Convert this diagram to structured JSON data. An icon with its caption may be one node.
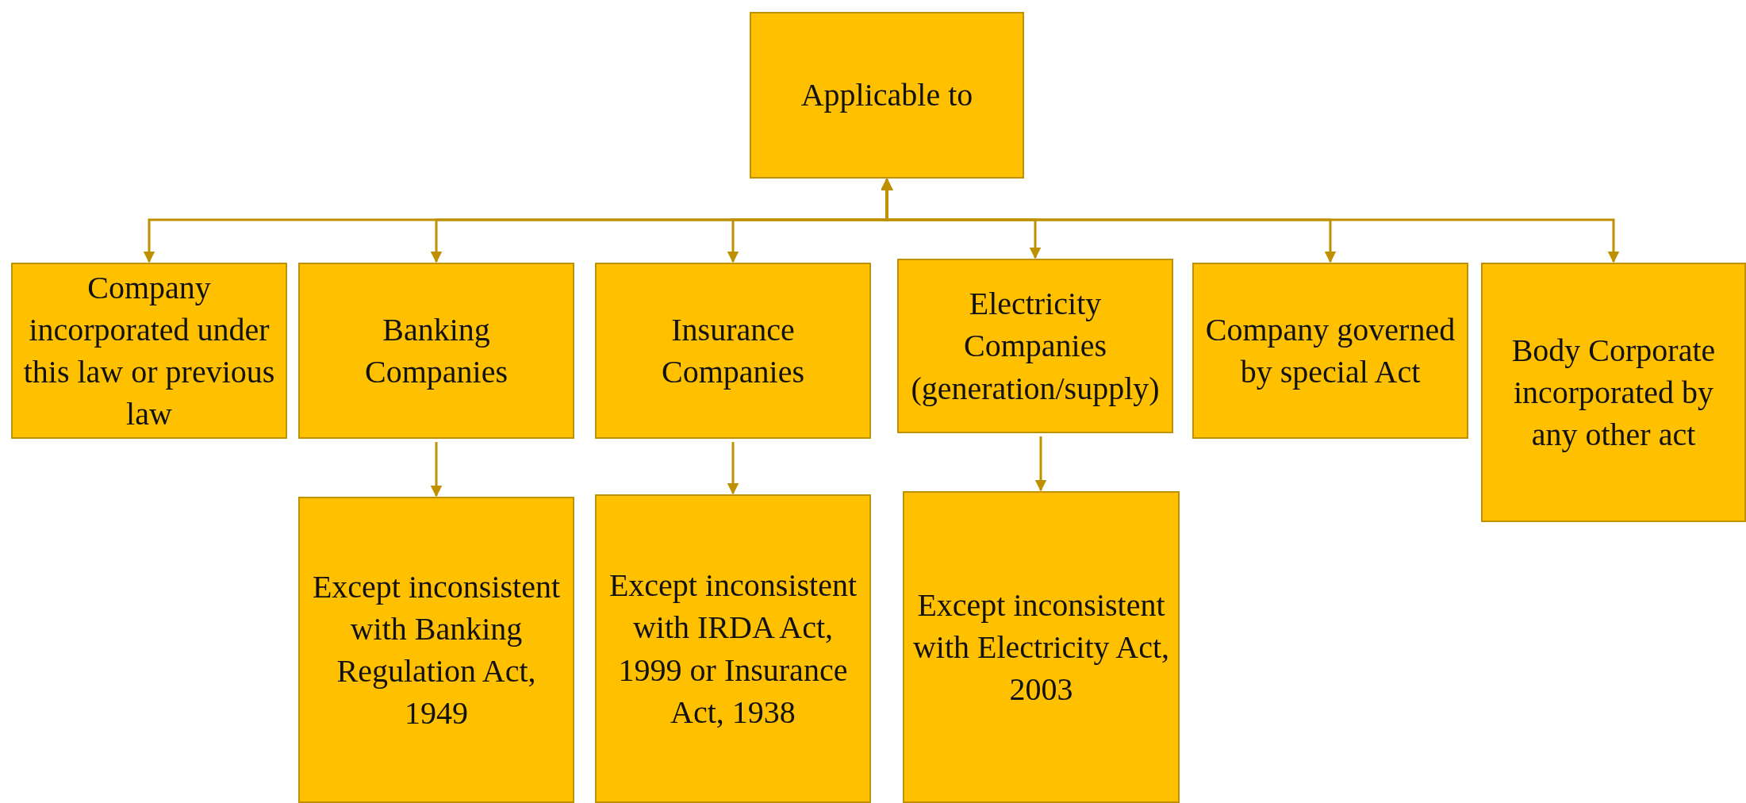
{
  "diagram": {
    "nodes": [
      {
        "text": [
          "Applicable to"
        ]
      },
      {
        "text": [
          "Company incorporated under this law or previous law"
        ]
      },
      {
        "text": [
          "Banking Companies"
        ]
      },
      {
        "text": [
          "Insurance Companies"
        ]
      },
      {
        "text": [
          "Electricity Companies (generation/supply)"
        ]
      },
      {
        "text": [
          "Company governed by special Act"
        ]
      },
      {
        "text": [
          "Body Corporate incorporated by any other act"
        ]
      },
      {
        "text": [
          "Except inconsistent with Banking Regulation Act, 1949"
        ]
      },
      {
        "text": [
          "Except inconsistent with IRDA Act, 1999 or Insurance Act, 1938"
        ]
      },
      {
        "text": [
          "Except inconsistent with Electricity Act, 2003"
        ]
      }
    ],
    "edges": [
      {
        "from": 0,
        "to": 1,
        "arrow": "both"
      },
      {
        "from": 0,
        "to": 2,
        "arrow": "both"
      },
      {
        "from": 0,
        "to": 3,
        "arrow": "both"
      },
      {
        "from": 0,
        "to": 4,
        "arrow": "both"
      },
      {
        "from": 0,
        "to": 5,
        "arrow": "both"
      },
      {
        "from": 0,
        "to": 6,
        "arrow": "both"
      },
      {
        "from": 2,
        "to": 7,
        "arrow": "to"
      },
      {
        "from": 3,
        "to": 8,
        "arrow": "to"
      },
      {
        "from": 4,
        "to": 9,
        "arrow": "to"
      }
    ]
  }
}
